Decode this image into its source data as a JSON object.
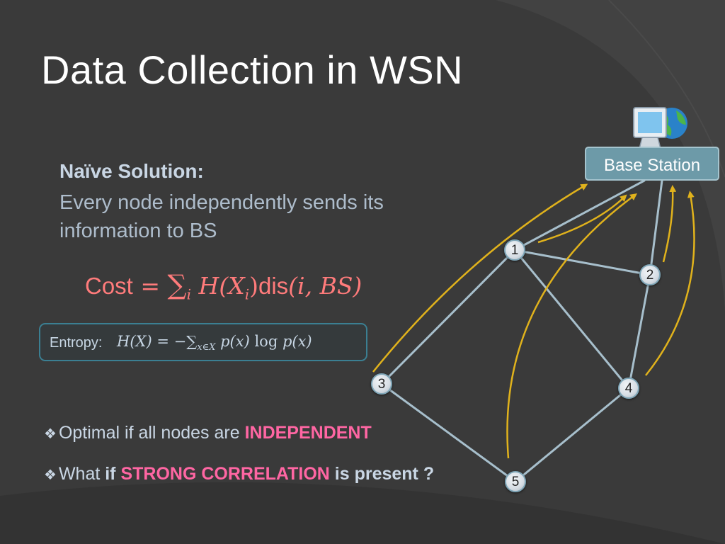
{
  "slide": {
    "title": "Data Collection in WSN",
    "naive": {
      "heading": "Naïve Solution:",
      "body": "Every node independently sends its information to BS"
    },
    "cost_formula": {
      "lhs": "Cost",
      "eq": " = ",
      "sum": "∑",
      "sum_sub": "i",
      "func": " H(X",
      "func_sub": "i",
      "close": ")",
      "dis": "dis",
      "args": "(i, BS)"
    },
    "entropy": {
      "label": "Entropy:",
      "lhs": "H(X) = −",
      "sum": "∑",
      "sum_sub": "x∈X",
      "rhs_p": " p(x) ",
      "log": "log",
      "rhs_end": " p(x)"
    },
    "bullets": [
      {
        "mark": "❖",
        "text": "Optimal if all nodes are ",
        "highlight": "INDEPENDENT"
      },
      {
        "mark": "❖",
        "prefix": "What ",
        "bold_prefix": "if ",
        "highlight": "STRONG CORRELATION",
        "suffix": " is present ?"
      }
    ]
  },
  "diagram": {
    "base_station": {
      "label": "Base Station",
      "icon": "computer-globe-icon"
    },
    "nodes": [
      "1",
      "2",
      "3",
      "4",
      "5"
    ],
    "links": [
      [
        "1",
        "2"
      ],
      [
        "1",
        "3"
      ],
      [
        "1",
        "4"
      ],
      [
        "2",
        "4"
      ],
      [
        "3",
        "5"
      ],
      [
        "4",
        "5"
      ],
      [
        "1",
        "base"
      ],
      [
        "2",
        "base"
      ]
    ],
    "flows_to_base": [
      "1",
      "2",
      "3",
      "4",
      "5"
    ]
  },
  "colors": {
    "background": "#3a3a3a",
    "title": "#ffffff",
    "text": "#c9d6e4",
    "highlight": "#ff66a3",
    "formula": "#ff7b7b",
    "arrow": "#e0b21c",
    "link": "#a7bfcc",
    "base_station_fill": "#6d9aa8"
  }
}
